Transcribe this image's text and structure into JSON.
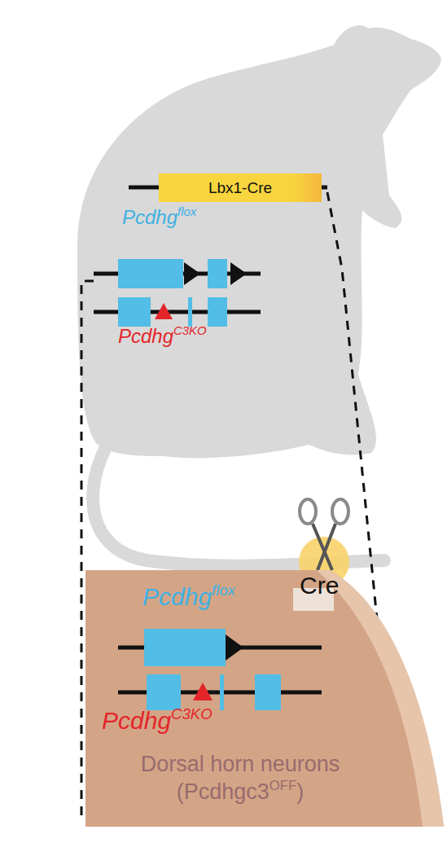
{
  "diagram": {
    "nodes": [
      {
        "text": [
          "Lbx1-Cre"
        ]
      },
      {
        "text": [
          "Dorsal horn neurons",
          "(Pcdhgc3",
          "OFF",
          ")"
        ]
      }
    ],
    "labels": [
      "Pcdhg",
      "flox",
      "Pcdhg",
      "C3KO",
      "Cre",
      "Pcdhg",
      "flox",
      "Pcdhg",
      "C3KO"
    ]
  }
}
